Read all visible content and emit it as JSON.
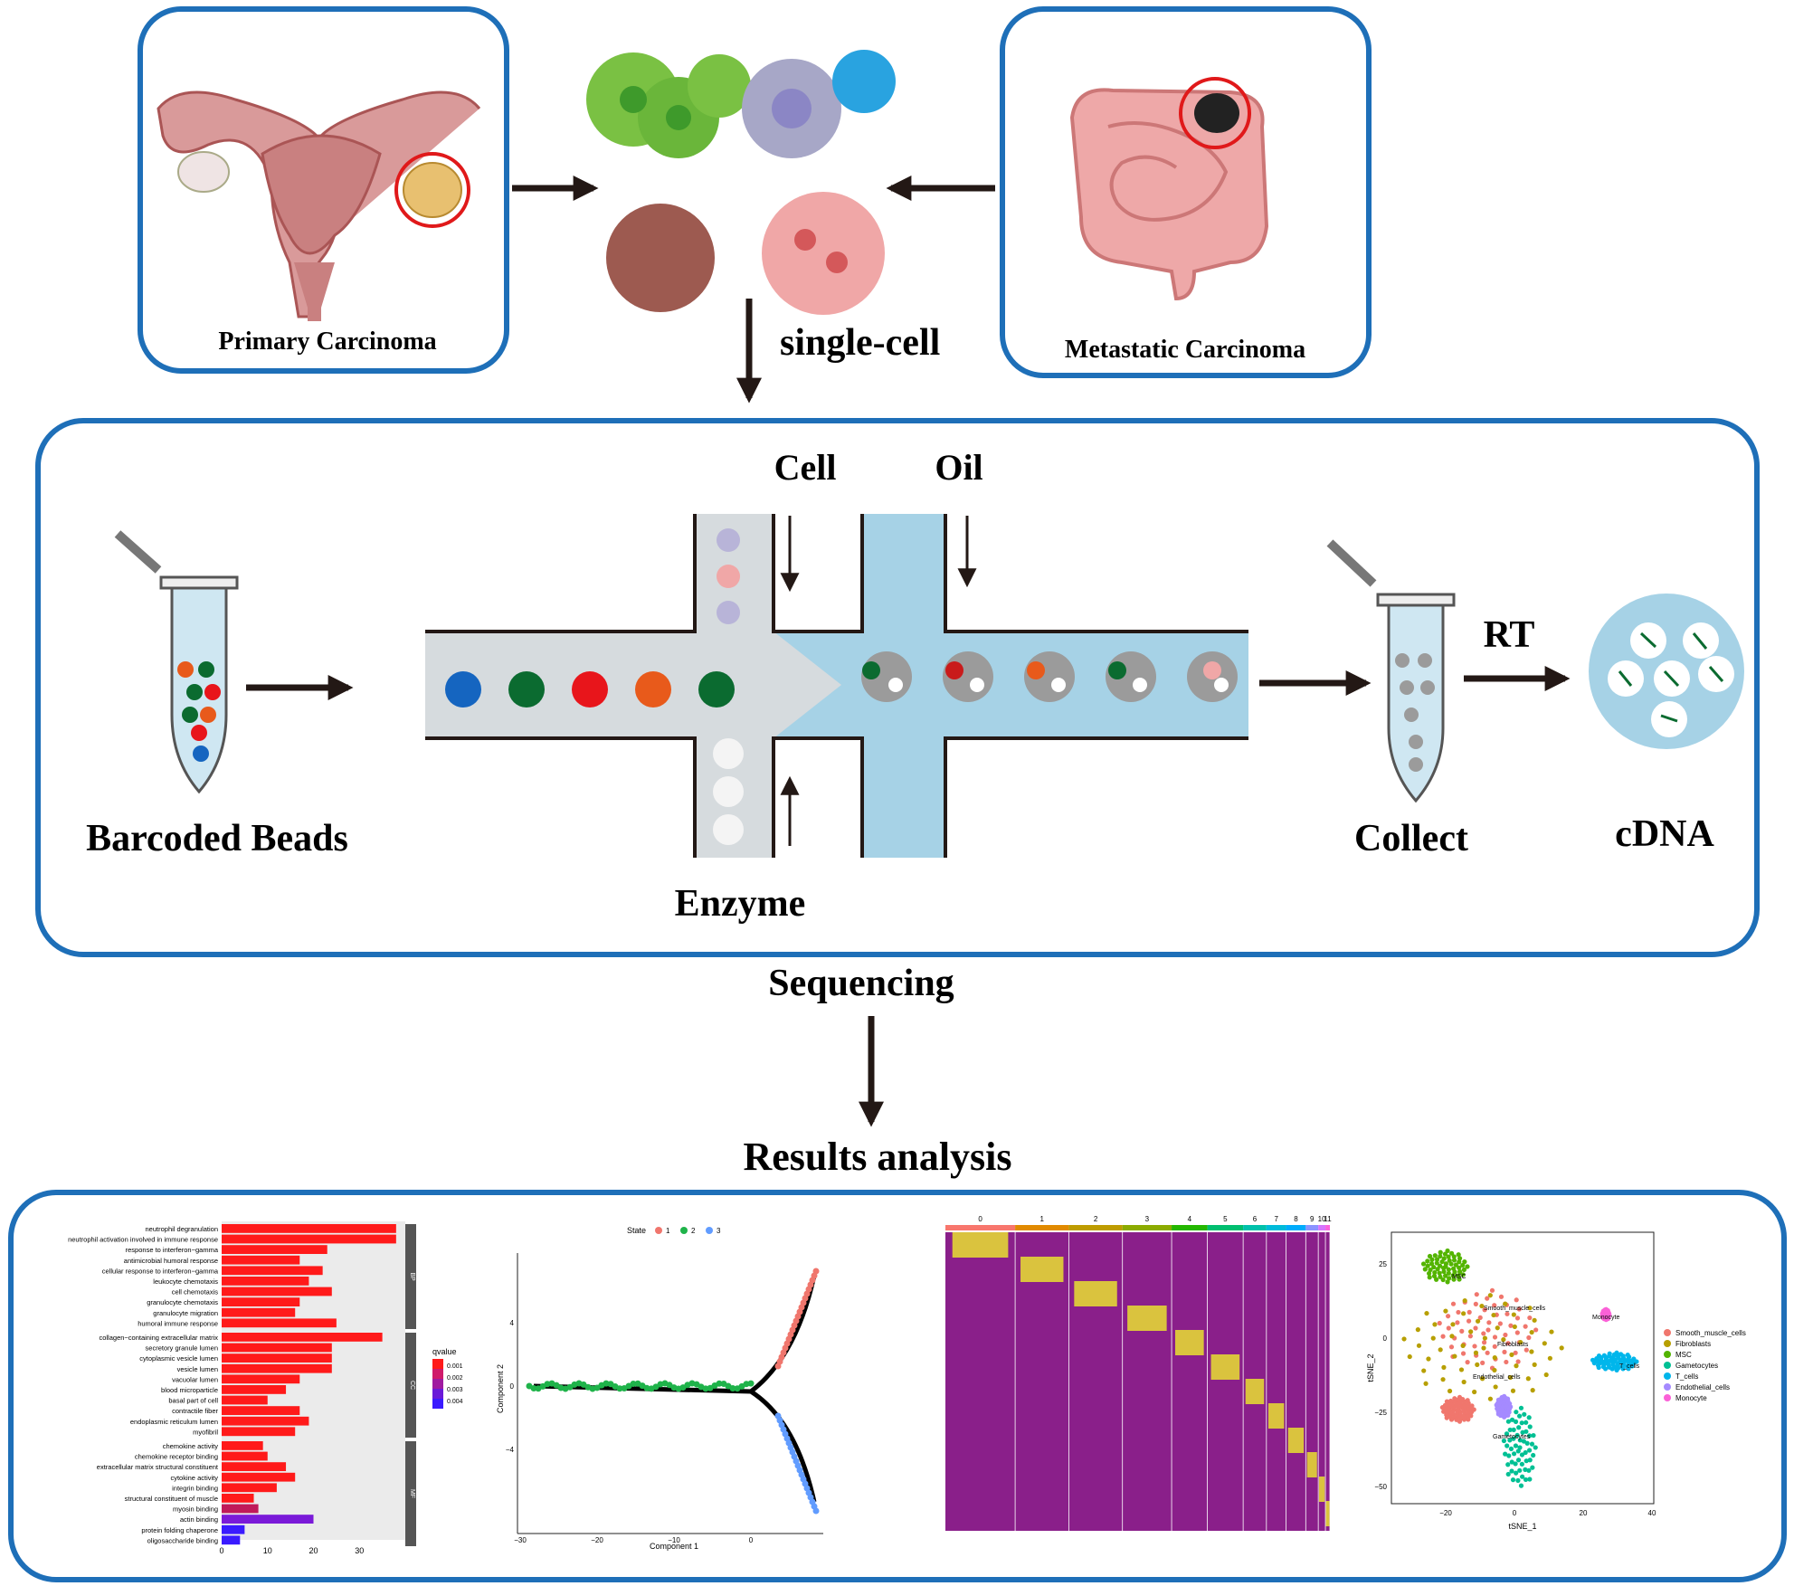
{
  "top": {
    "primary_label": "Primary Carcinoma",
    "metastatic_label": "Metastatic Carcinoma",
    "single_cell_label": "single-cell"
  },
  "microfluidics": {
    "cell_label": "Cell",
    "oil_label": "Oil",
    "enzyme_label": "Enzyme",
    "beads_label": "Barcoded Beads",
    "collect_label": "Collect",
    "rt_label": "RT",
    "cdna_label": "cDNA",
    "bead_colors": [
      "#1565c0",
      "#0b6b30",
      "#e8151b",
      "#e85a1b",
      "#0b6b30"
    ]
  },
  "sequencing_label": "Sequencing",
  "results_label": "Results analysis",
  "go_chart": {
    "groups": [
      {
        "tag": "BP",
        "terms": [
          "neutrophil degranulation",
          "neutrophil activation involved in immune response",
          "response to interferon−gamma",
          "antimicrobial humoral response",
          "cellular response to interferon−gamma",
          "leukocyte chemotaxis",
          "cell chemotaxis",
          "granulocyte chemotaxis",
          "granulocyte migration",
          "humoral immune response"
        ],
        "values": [
          38,
          38,
          23,
          17,
          22,
          19,
          24,
          17,
          16,
          25
        ]
      },
      {
        "tag": "CC",
        "terms": [
          "collagen−containing extracellular matrix",
          "secretory granule lumen",
          "cytoplasmic vesicle lumen",
          "vesicle lumen",
          "vacuolar lumen",
          "blood microparticle",
          "basal part of cell",
          "contractile fiber",
          "endoplasmic reticulum lumen",
          "myofibril"
        ],
        "values": [
          35,
          24,
          24,
          24,
          17,
          14,
          10,
          17,
          19,
          16
        ]
      },
      {
        "tag": "MF",
        "terms": [
          "chemokine activity",
          "chemokine receptor binding",
          "extracellular matrix structural constituent",
          "cytokine activity",
          "integrin binding",
          "structural constituent of muscle",
          "myosin binding",
          "actin binding",
          "protein folding chaperone",
          "oligosaccharide binding"
        ],
        "values": [
          9,
          10,
          14,
          16,
          12,
          7,
          8,
          20,
          5,
          4
        ]
      }
    ],
    "x_ticks": [
      "0",
      "10",
      "20",
      "30"
    ],
    "legend_title": "qvalue",
    "legend_ticks": [
      "0.001",
      "0.002",
      "0.003",
      "0.004"
    ]
  },
  "trajectory": {
    "legend_title": "State",
    "states": [
      "1",
      "2",
      "3"
    ],
    "xlabel": "Component 1",
    "ylabel": "Component 2",
    "x_ticks": [
      "−30",
      "−20",
      "−10",
      "0"
    ],
    "y_ticks": [
      "4",
      "0",
      "−4"
    ]
  },
  "heatmap": {
    "clusters": [
      "0",
      "1",
      "2",
      "3",
      "4",
      "5",
      "6",
      "7",
      "8",
      "9",
      "10",
      "11"
    ]
  },
  "tsne": {
    "xlabel": "tSNE_1",
    "ylabel": "tSNE_2",
    "x_ticks": [
      "−20",
      "0",
      "20",
      "40"
    ],
    "y_ticks": [
      "25",
      "0",
      "−25",
      "−50"
    ],
    "cell_types": [
      {
        "name": "Smooth_muscle_cells",
        "color": "#f0766d"
      },
      {
        "name": "Fibroblasts",
        "color": "#b79f00"
      },
      {
        "name": "MSC",
        "color": "#53b400"
      },
      {
        "name": "Gametocytes",
        "color": "#00c094"
      },
      {
        "name": "T_cells",
        "color": "#00b6eb"
      },
      {
        "name": "Endothelial_cells",
        "color": "#a58aff"
      },
      {
        "name": "Monocyte",
        "color": "#fb61d7"
      }
    ],
    "plot_labels": [
      "Smooth_muscle_cells",
      "Monocyte",
      "Fibroblasts",
      "MSC",
      "Endothelial_cells",
      "T_cells",
      "Gametocytes"
    ]
  }
}
